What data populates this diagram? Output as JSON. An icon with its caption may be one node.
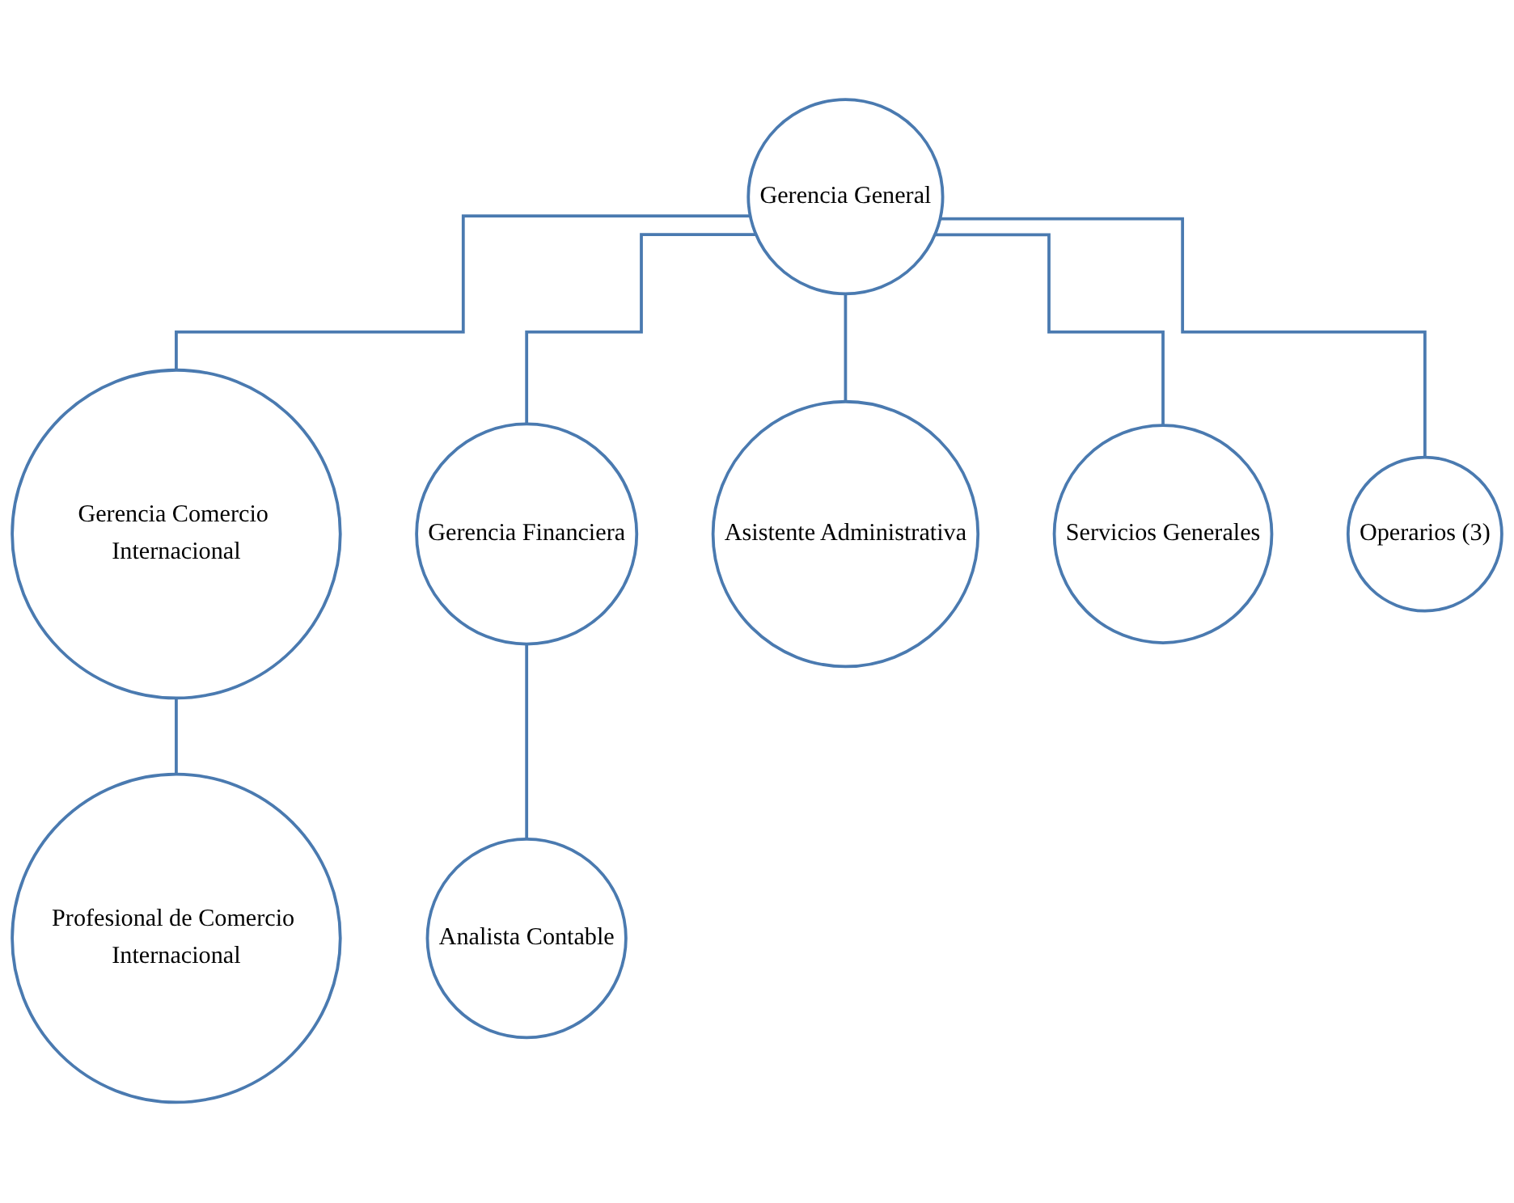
{
  "diagram": {
    "nodes": [
      {
        "text": [
          "Gerencia General"
        ]
      },
      {
        "text": [
          "Gerencia Comercio Internacional"
        ]
      },
      {
        "text": [
          "Gerencia Financiera"
        ]
      },
      {
        "text": [
          "Profesional de Comercio Internacional"
        ]
      },
      {
        "text": [
          "Analista Contable"
        ]
      },
      {
        "text": [
          "Asistente Administrativa"
        ]
      },
      {
        "text": [
          "Servicios Generales"
        ]
      },
      {
        "text": [
          "Operarios (3)"
        ]
      }
    ],
    "edges": [
      {
        "from": 0,
        "to": 1,
        "arrow": "none"
      },
      {
        "from": 0,
        "to": 2,
        "arrow": "none"
      },
      {
        "from": 1,
        "to": 3,
        "arrow": "none"
      },
      {
        "from": 2,
        "to": 4,
        "arrow": "none"
      },
      {
        "from": 0,
        "to": 5,
        "arrow": "none"
      },
      {
        "from": 0,
        "to": 6,
        "arrow": "none"
      },
      {
        "from": 0,
        "to": 7,
        "arrow": "none"
      }
    ]
  }
}
